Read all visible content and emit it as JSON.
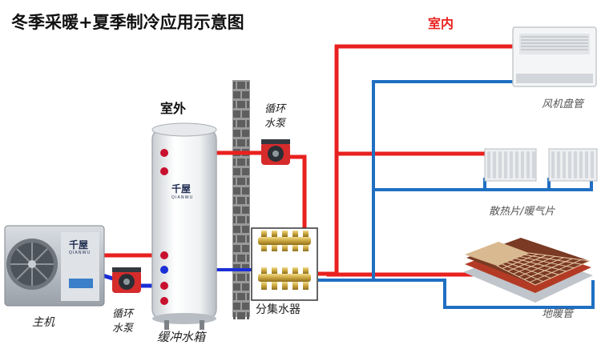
{
  "title": "冬季采暖+夏季制冷应用示意图",
  "labels": {
    "indoor": "室内",
    "outdoor": "室外",
    "pump_top": "循环\n水泵",
    "pump_bottom": "循环\n水泵",
    "main_unit": "主机",
    "buffer_tank": "缓冲水箱",
    "manifold": "分集水器",
    "fan_coil": "风机盘管",
    "radiator": "散热片/暖气片",
    "floor_heating": "地暖管"
  },
  "brand": {
    "logo_text": "千屋",
    "logo_pinyin": "QIANWU"
  },
  "colors": {
    "supply_pipe": "#e8211f",
    "return_pipe": "#1f6fc2",
    "outdoor_return_pipe": "#1a2fd6",
    "wall_brick": "#8a8a8a",
    "indoor_label": "#e8211f"
  }
}
